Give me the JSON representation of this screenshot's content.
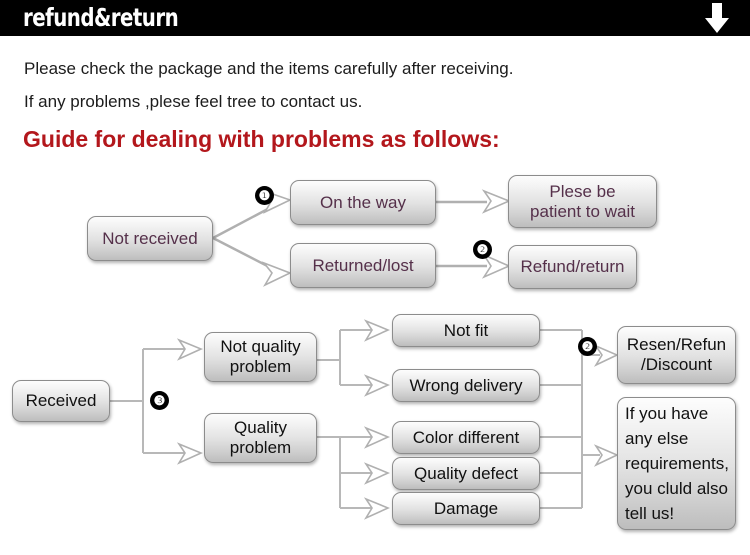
{
  "header": {
    "title": "refund&return",
    "arrow_icon": "arrow-down-icon",
    "background_color": "#000000",
    "text_color": "#ffffff"
  },
  "intro": {
    "line1": "Please check the package and the items carefully after receiving.",
    "line2": "If any problems ,plese feel tree to contact us.",
    "heading": "Guide for dealing with problems as follows:",
    "heading_color": "#b3171c"
  },
  "flow_not_received": {
    "source": "Not received",
    "branch_on_the_way": "On the way",
    "branch_returned_lost": "Returned/lost",
    "result_wait": "Plese be\npatient to wait",
    "result_refund": "Refund/return",
    "badge_1": "❶",
    "badge_2": "❷"
  },
  "flow_received": {
    "source": "Received",
    "badge_3": "❸",
    "badge_2": "❷",
    "not_quality_problem": "Not quality\nproblem",
    "quality_problem": "Quality\nproblem",
    "reasons_not_quality": [
      "Not fit",
      "Wrong delivery"
    ],
    "reasons_quality": [
      "Color different",
      "Quality defect",
      "Damage"
    ],
    "result_resend": "Resen/Refun\n/Discount",
    "result_contact": "If you have\nany else\nrequirements,\nyou cluld also\ntell us!"
  },
  "colors": {
    "box_border": "#8c8c8c",
    "box_text_purple": "#55304a",
    "box_text_dark": "#111111",
    "connector": "#b0b0b0"
  }
}
